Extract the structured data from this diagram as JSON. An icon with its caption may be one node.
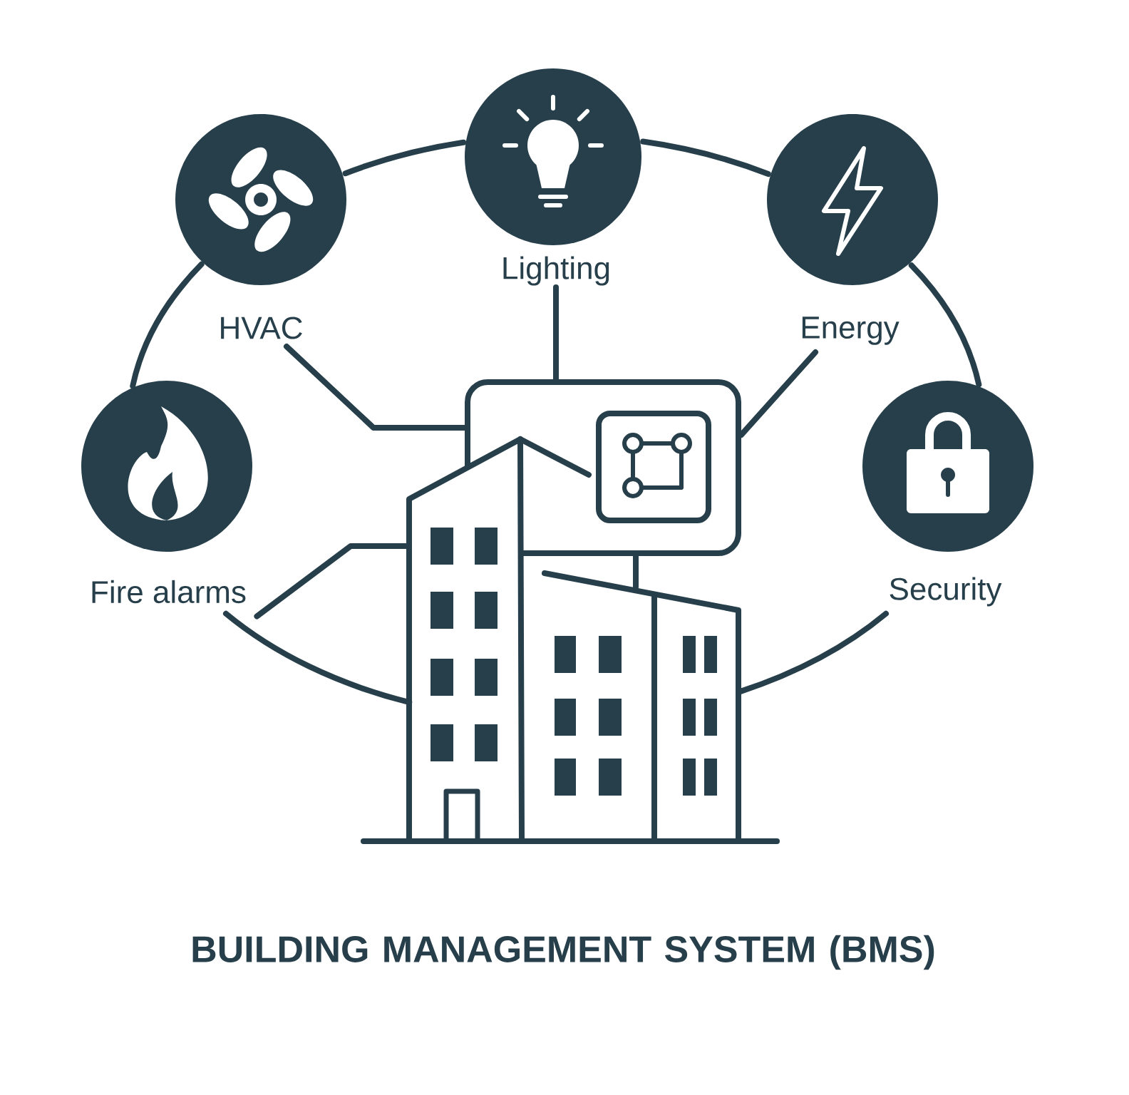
{
  "diagram": {
    "title": "BUILDING MANAGEMENT SYSTEM (BMS)",
    "nodes": [
      {
        "text": [
          "HVAC"
        ]
      },
      {
        "text": [
          "Lighting"
        ]
      },
      {
        "text": [
          "Energy"
        ]
      },
      {
        "text": [
          "Fire alarms"
        ]
      },
      {
        "text": [
          "Security"
        ]
      },
      {
        "text": [],
        "shape": "box"
      },
      {
        "text": [],
        "shape": "picture"
      }
    ],
    "edges": [
      {
        "from": 0,
        "to": 1,
        "arrow": "none"
      },
      {
        "from": 1,
        "to": 2,
        "arrow": "none"
      },
      {
        "from": 0,
        "to": 3,
        "arrow": "none"
      },
      {
        "from": 2,
        "to": 4,
        "arrow": "none"
      },
      {
        "from": 3,
        "to": 6,
        "arrow": "none"
      },
      {
        "from": 4,
        "to": 6,
        "arrow": "none"
      },
      {
        "from": 0,
        "to": 5,
        "arrow": "none"
      },
      {
        "from": 1,
        "to": 5,
        "arrow": "none"
      },
      {
        "from": 2,
        "to": 5,
        "arrow": "none"
      },
      {
        "from": 3,
        "to": 6,
        "arrow": "none"
      },
      {
        "from": 5,
        "to": 6,
        "arrow": "none"
      }
    ]
  }
}
